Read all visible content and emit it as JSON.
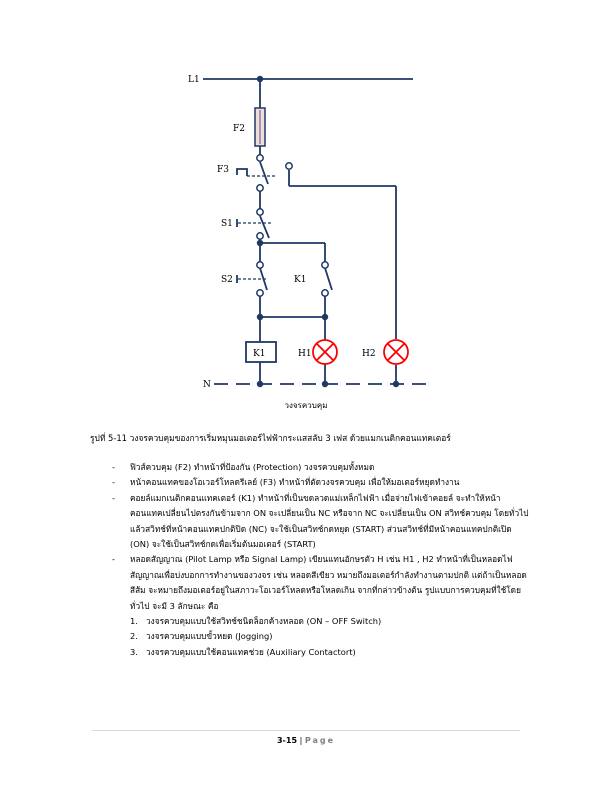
{
  "diagram": {
    "labels": {
      "L1": "L1",
      "F2": "F2",
      "F3": "F3",
      "S1": "S1",
      "S2": "S2",
      "K1_contact": "K1",
      "K1_coil": "K1",
      "H1": "H1",
      "H2": "H2",
      "N": "N"
    },
    "title": "วงจรควบคุม"
  },
  "caption": "รูปที่ 5-11 วงจรควบคุมของการเริ่มหมุนมอเตอร์ไฟฟ้ากระแสสลับ 3 เฟส ด้วยแมกเนติกคอนแทคเตอร์",
  "bullets": [
    "ฟิวส์ควบคุม (F2) ทำหน้าที่ป้องกัน (Protection) วงจรควบคุมทั้งหมด",
    "หน้าคอนแทคของโอเวอร์โหลดรีเลย์ (F3) ทำหน้าที่ตัดวงจรควบคุม เพื่อให้มอเตอร์หยุดทำงาน",
    "คอยล์แมกเนติกคอนแทคเตอร์ (K1) ทำหน้าที่เป็นขดลวดแม่เหล็กไฟฟ้า เมื่อจ่ายไฟเข้าคอยล์ จะทำให้หน้าคอนแทคเปลี่ยนไปตรงกันข้ามจาก ON จะเปลี่ยนเป็น NC หรือจาก NC จะเปลี่ยนเป็น ON สวิทช์ควบคุม โดยทั่วไปแล้วสวิทช์ที่หน้าคอนแทคปกติปิด (NC) จะใช้เป็นสวิทช์กดหยุด (START) ส่วนสวิทช์ที่มีหน้าคอนแทคปกติเปิด (ON) จะใช้เป็นสวิทช์กดเพื่อเริ่มต้นมอเตอร์ (START)",
    "หลอดสัญญาณ (Pilot Lamp หรือ Signal Lamp) เขียนแทนอักษรตัว H เช่น H1 , H2 ทำหน้าที่เป็นหลอดไฟสัญญาณเพื่อบ่งบอกการทำงานของวงจร เช่น หลอดสีเขียว หมายถึงมอเตอร์กำลังทำงานตามปกติ แต่ถ้าเป็นหลอดสีส้ม จะหมายถึงมอเตอร์อยู่ในสภาวะโอเวอร์โหลดหรือโหลดเกิน จากที่กล่าวข้างต้น รูปแบบการควบคุมที่ใช้โดยทั่วไป จะมี 3 ลักษณะ คือ"
  ],
  "numbered": [
    "วงจรควบคุมแบบใช้สวิทช์ชนิดล็อกค้างหลอด (ON – OFF Switch)",
    "วงจรควบคุมแบบขั้วหยด (Jogging)",
    "วงจรควบคุมแบบใช้คอนแทคช่วย (Auxiliary Contactort)"
  ],
  "footer": {
    "page": "3-15",
    "separator": "|",
    "word": "Page"
  },
  "colors": {
    "wire": "#1f3864",
    "lamp": "#ff0000",
    "fuse": "#f2dcdb",
    "node": "#1f3864"
  }
}
